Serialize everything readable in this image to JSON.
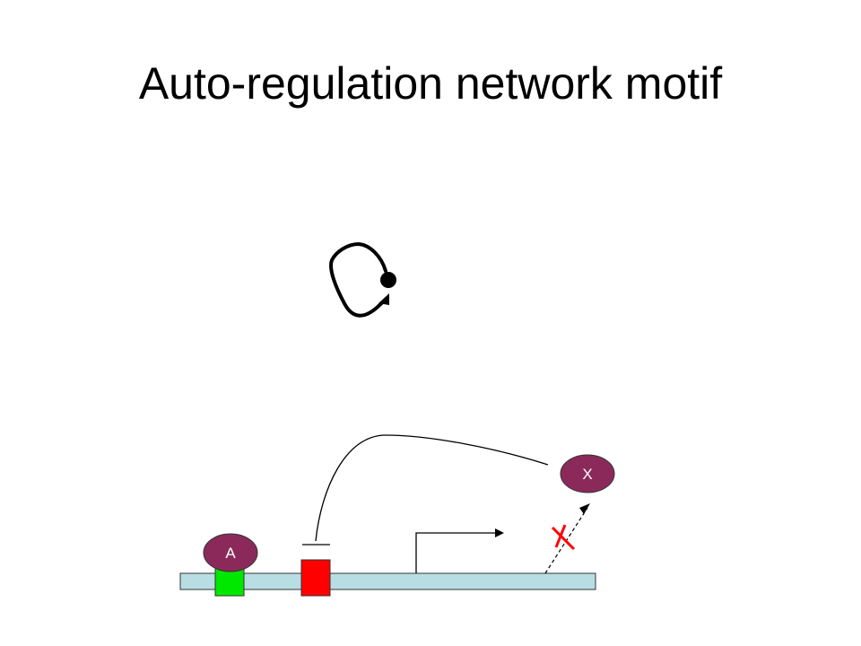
{
  "slide": {
    "title": "Auto-regulation network motif"
  },
  "diagram": {
    "activator_label": "A",
    "product_label": "X",
    "colors": {
      "dna_strand": "#b8dde3",
      "activator_site": "#00e800",
      "repressor_site": "#ff0000",
      "protein_node": "#8b2a5a",
      "blocked_mark": "#ff0000",
      "lines": "#000000"
    }
  }
}
